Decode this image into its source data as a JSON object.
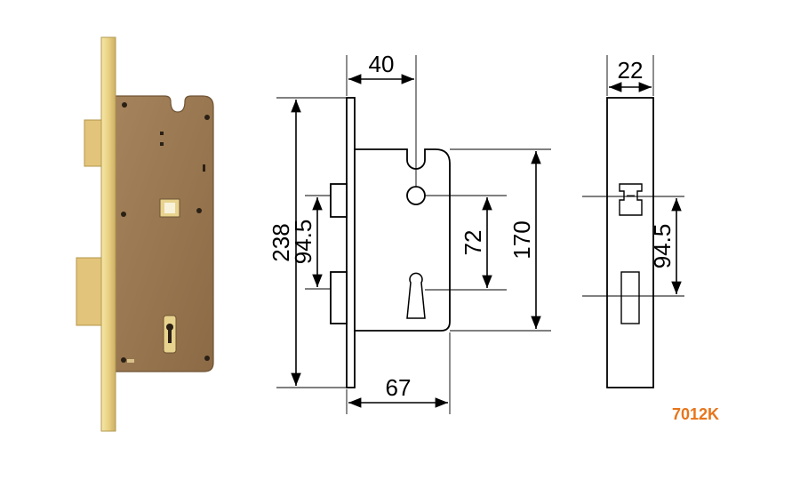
{
  "model_code": "7012K",
  "colors": {
    "model_code": "#e8751a",
    "lock_body": "#97754f",
    "faceplate": "#ecd790",
    "bolt": "#e2c57a"
  },
  "dimensions": {
    "backset_width": "40",
    "total_height": "238",
    "case_height": "170",
    "hole_spacing_left": "94.5",
    "key_spacing": "72",
    "case_depth": "67",
    "face_width": "22",
    "hole_spacing_right": "94.5"
  }
}
